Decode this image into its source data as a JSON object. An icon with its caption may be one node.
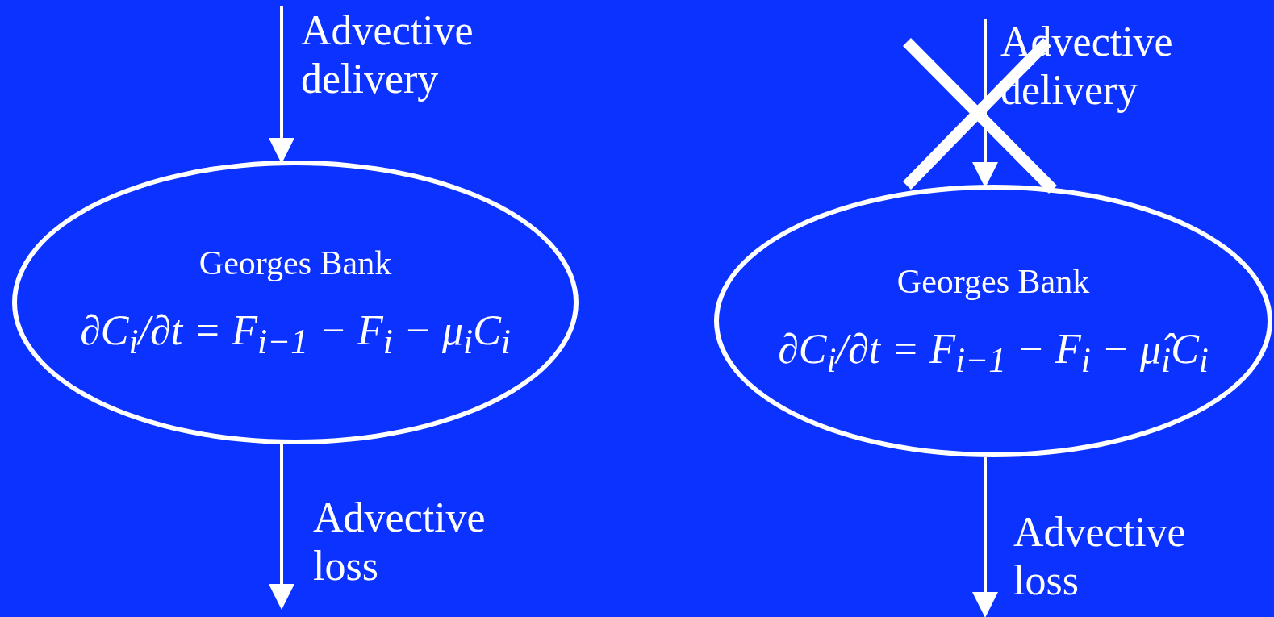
{
  "diagram": {
    "nodes": [
      {
        "text": [
          "Georges Bank",
          "∂C$_{i}$/∂t = F$_{i−1}$ − F$_{i}$ − μ$_{i}$C$_{i}$"
        ]
      },
      {
        "text": [
          "Georges Bank",
          "∂C$_{i}$/∂t = F$_{i−1}$ − F$_{i}$ − μ̂$_{i}$C$_{i}$"
        ]
      }
    ],
    "edges": [
      {
        "from": null,
        "to": 0,
        "arrow": "to",
        "label": "Advective delivery"
      },
      {
        "from": 0,
        "to": null,
        "arrow": "to",
        "label": "Advective loss"
      },
      {
        "from": null,
        "to": 1,
        "arrow": "to",
        "label": "Advective delivery"
      },
      {
        "from": 1,
        "to": null,
        "arrow": "to",
        "label": "Advective loss"
      }
    ]
  }
}
